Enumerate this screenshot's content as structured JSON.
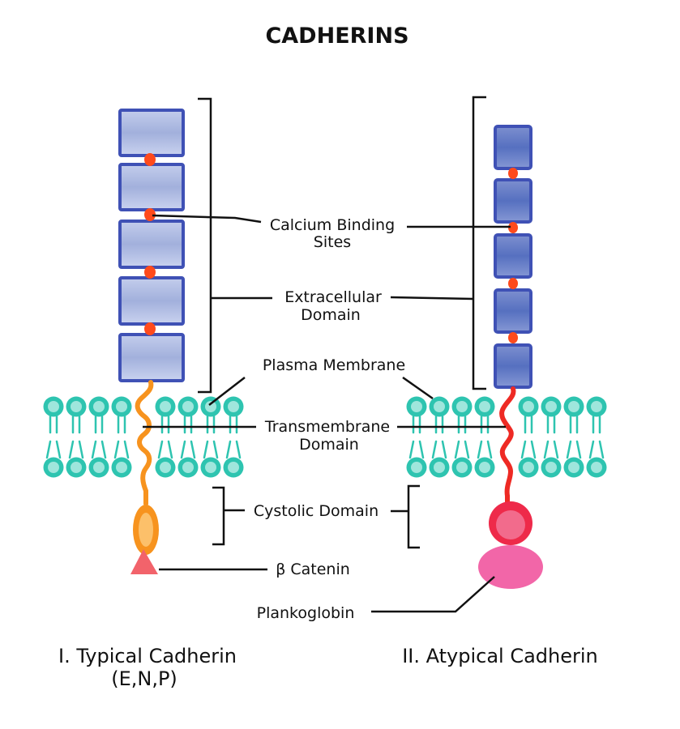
{
  "title": "CADHERINS",
  "labels": {
    "calcium_binding_sites": [
      "Calcium Binding",
      "Sites"
    ],
    "extracellular_domain": [
      "Extracellular",
      "Domain"
    ],
    "plasma_membrane": "Plasma Membrane",
    "transmembrane_domain": [
      "Transmembrane",
      "Domain"
    ],
    "cystolic_domain": "Cystolic Domain",
    "beta_catenin": "β Catenin",
    "plakoglobin": "Plankoglobin"
  },
  "captions": {
    "typical": [
      "I. Typical Cadherin",
      "(E,N,P)"
    ],
    "atypical": "II. Atypical Cadherin"
  },
  "colors": {
    "ec_block_border": "#3f51b5",
    "ec_block_fill": "#a9b6de",
    "calcium_dot": "#ff4a1c",
    "membrane_lipid": "#2ec4b0",
    "typical_tail": "#f7931e",
    "atypical_tail": "#ee2a24",
    "beta_catenin": "#f2636b",
    "plakoglobin": "#f266a8"
  }
}
